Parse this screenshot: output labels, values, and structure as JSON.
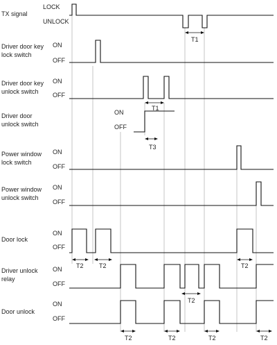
{
  "signals": [
    {
      "id": "tx",
      "name": [
        "TX signal"
      ],
      "on_label": "LOCK",
      "off_label": "UNLOCK"
    },
    {
      "id": "key-lock",
      "name": [
        "Driver door key",
        "lock switch"
      ],
      "on_label": "ON",
      "off_label": "OFF"
    },
    {
      "id": "key-unlock",
      "name": [
        "Driver door key",
        "unlock switch"
      ],
      "on_label": "ON",
      "off_label": "OFF"
    },
    {
      "id": "door-unlock-switch",
      "name": [
        "Driver door",
        "unlock switch"
      ],
      "on_label": "ON",
      "off_label": "OFF"
    },
    {
      "id": "pw-lock",
      "name": [
        "Power window",
        "lock switch"
      ],
      "on_label": "ON",
      "off_label": "OFF"
    },
    {
      "id": "pw-unlock",
      "name": [
        "Power window",
        "unlock switch"
      ],
      "on_label": "ON",
      "off_label": "OFF"
    },
    {
      "id": "door-lock",
      "name": [
        "Door lock"
      ],
      "on_label": "ON",
      "off_label": "OFF"
    },
    {
      "id": "unlock-relay",
      "name": [
        "Driver unlock",
        "relay"
      ],
      "on_label": "ON",
      "off_label": "OFF"
    },
    {
      "id": "door-unlock",
      "name": [
        "Door unlock"
      ],
      "on_label": "ON",
      "off_label": "OFF"
    }
  ],
  "timing_labels": {
    "t1": "T1",
    "t2": "T2",
    "t3": "T3"
  }
}
